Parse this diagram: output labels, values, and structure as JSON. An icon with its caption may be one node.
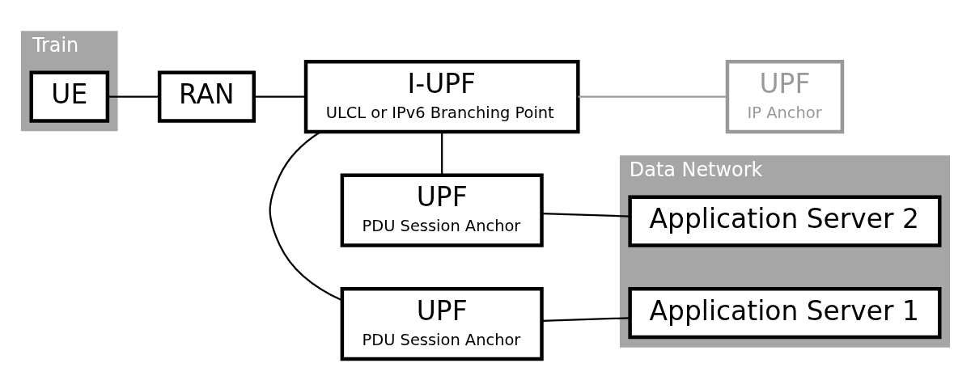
{
  "diagram": {
    "nodes": [
      {
        "text": [
          "Train"
        ]
      },
      {
        "text": [
          "UE"
        ],
        "in": 0
      },
      {
        "text": [
          "RAN"
        ]
      },
      {
        "text": [
          "UPF",
          "PDU Session Anchor"
        ]
      },
      {
        "text": [
          "I-UPF",
          "ULCL or IPv6 Branching Point"
        ]
      },
      {
        "text": [
          "UPF",
          "IP Anchor"
        ]
      },
      {
        "text": [
          "UPF",
          "PDU Session Anchor"
        ]
      },
      {
        "text": [
          "Data Network"
        ]
      },
      {
        "text": [
          "Application Server 1"
        ],
        "in": 7
      },
      {
        "text": [
          "Application Server 2"
        ],
        "in": 7
      }
    ],
    "edges": [
      {
        "from": 1,
        "to": 2,
        "arrow": "none"
      },
      {
        "from": 2,
        "to": 4,
        "arrow": "none"
      },
      {
        "from": 4,
        "to": 3,
        "arrow": "none"
      },
      {
        "from": 4,
        "to": 5,
        "arrow": "none",
        "color": "#999999"
      },
      {
        "from": 4,
        "to": 6,
        "arrow": "none"
      },
      {
        "from": 3,
        "to": 8,
        "arrow": "none"
      },
      {
        "from": 6,
        "to": 9,
        "arrow": "none"
      }
    ]
  }
}
